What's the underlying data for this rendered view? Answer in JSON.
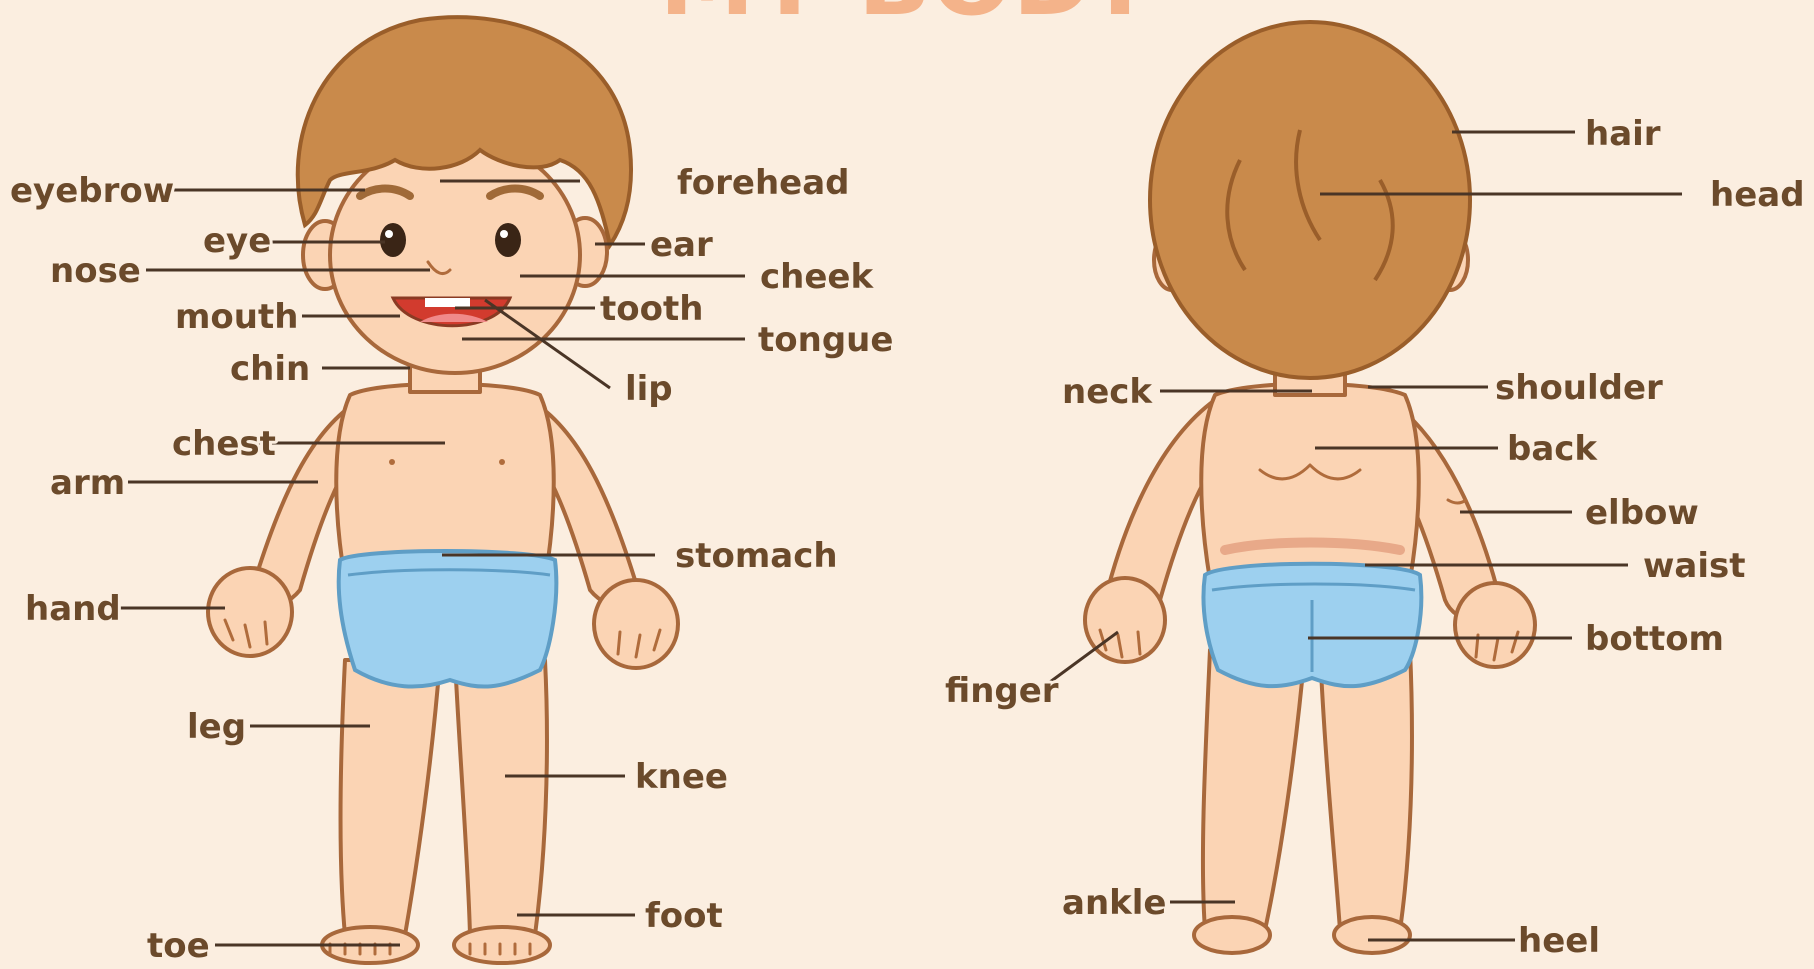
{
  "title": "MY BODY",
  "colors": {
    "background": "#fbeee0",
    "title": "#f4b38a",
    "label_text": "#6b4a2b",
    "leader_line": "#4a3526",
    "skin": "#fbd4b4",
    "hair": "#c98a4b",
    "diaper": "#9dd0ef"
  },
  "front_labels": {
    "eyebrow": "eyebrow",
    "forehead": "forehead",
    "eye": "eye",
    "ear": "ear",
    "nose": "nose",
    "cheek": "cheek",
    "mouth": "mouth",
    "tooth": "tooth",
    "tongue": "tongue",
    "chin": "chin",
    "lip": "lip",
    "chest": "chest",
    "arm": "arm",
    "stomach": "stomach",
    "hand": "hand",
    "leg": "leg",
    "knee": "knee",
    "foot": "foot",
    "toe": "toe"
  },
  "back_labels": {
    "hair": "hair",
    "head": "head",
    "neck": "neck",
    "shoulder": "shoulder",
    "back": "back",
    "elbow": "elbow",
    "waist": "waist",
    "bottom": "bottom",
    "finger": "finger",
    "ankle": "ankle",
    "heel": "heel"
  }
}
